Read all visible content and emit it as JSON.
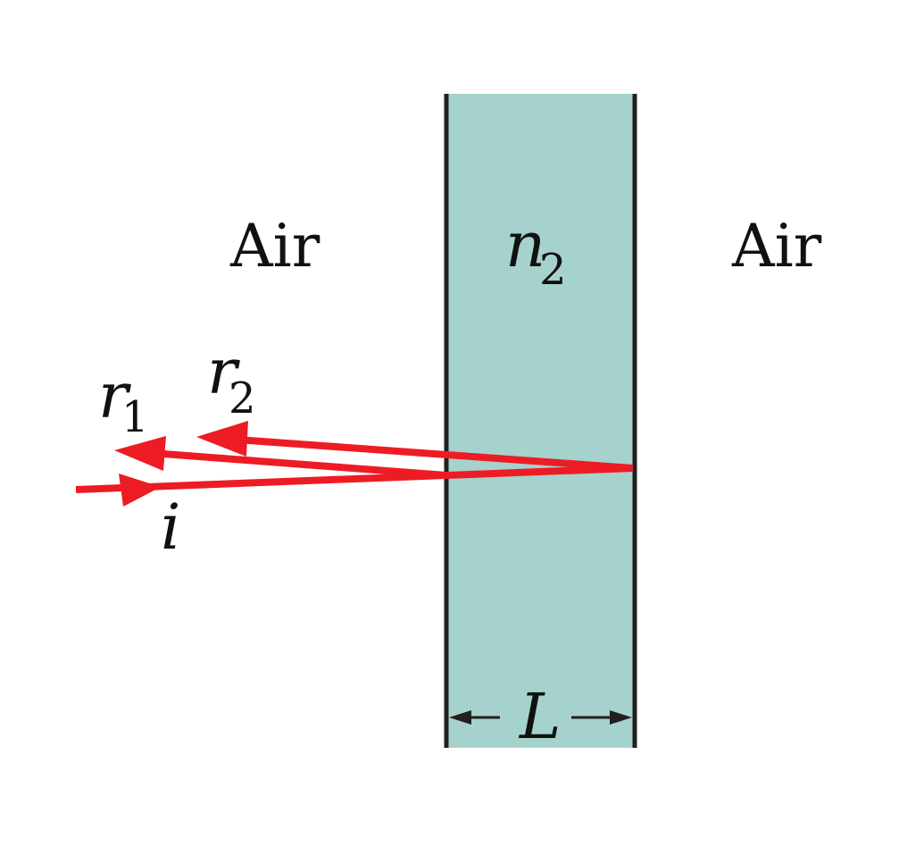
{
  "labels": {
    "left_medium": "Air",
    "right_medium": "Air",
    "film_index": "n",
    "film_index_sub": "2",
    "ray_r1": "r",
    "ray_r1_sub": "1",
    "ray_r2": "r",
    "ray_r2_sub": "2",
    "ray_incident": "i",
    "thickness": "L"
  },
  "colors": {
    "film": "#a6d2cd",
    "boundary": "#231f20",
    "ray": "#ed1c24"
  }
}
